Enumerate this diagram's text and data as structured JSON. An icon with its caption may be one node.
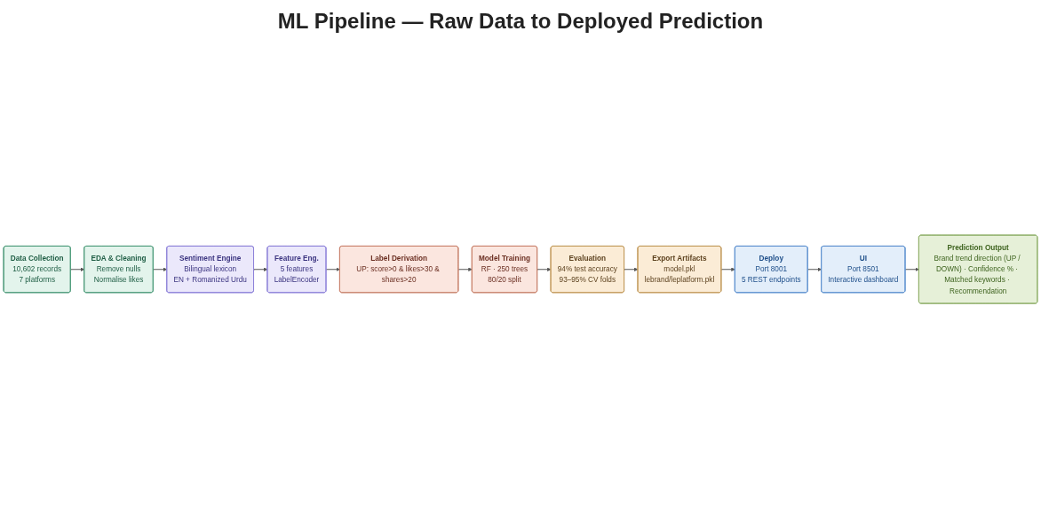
{
  "diagram": {
    "title": "ML Pipeline — Raw Data to Deployed Prediction",
    "nodes": [
      {
        "text": [
          "Data Collection",
          "10,602 records",
          "7 platforms"
        ]
      },
      {
        "text": [
          "EDA & Cleaning",
          "Remove nulls",
          "Normalise likes"
        ]
      },
      {
        "text": [
          "Sentiment Engine",
          "Bilingual lexicon",
          "EN + Romanized Urdu"
        ]
      },
      {
        "text": [
          "Feature Eng.",
          "5 features",
          "LabelEncoder"
        ]
      },
      {
        "text": [
          "Label Derivation",
          "UP: score>0 & likes>30 & shares>20"
        ]
      },
      {
        "text": [
          "Model Training",
          "RF · 250 trees",
          "80/20 split"
        ]
      },
      {
        "text": [
          "Evaluation",
          "94% test accuracy",
          "93–95% CV folds"
        ]
      },
      {
        "text": [
          "Export Artifacts",
          "model.pkl",
          "lebrand/leplatform.pkl"
        ]
      },
      {
        "text": [
          "Deploy",
          "Port 8001",
          "5 REST endpoints"
        ]
      },
      {
        "text": [
          "UI",
          "Port 8501",
          "Interactive dashboard"
        ]
      },
      {
        "text": [
          "Prediction Output",
          "Brand trend direction (UP / DOWN) · Confidence % · Matched keywords · Recommendation"
        ]
      }
    ],
    "edges": [
      {
        "from": 0,
        "to": 1,
        "arrow": "to"
      },
      {
        "from": 1,
        "to": 2,
        "arrow": "to"
      },
      {
        "from": 2,
        "to": 3,
        "arrow": "to"
      },
      {
        "from": 3,
        "to": 4,
        "arrow": "to"
      },
      {
        "from": 4,
        "to": 5,
        "arrow": "to"
      },
      {
        "from": 5,
        "to": 6,
        "arrow": "to"
      },
      {
        "from": 6,
        "to": 7,
        "arrow": "to"
      },
      {
        "from": 7,
        "to": 8,
        "arrow": "to"
      },
      {
        "from": 8,
        "to": 9,
        "arrow": "to"
      },
      {
        "from": 9,
        "to": 10,
        "arrow": "to"
      }
    ]
  }
}
